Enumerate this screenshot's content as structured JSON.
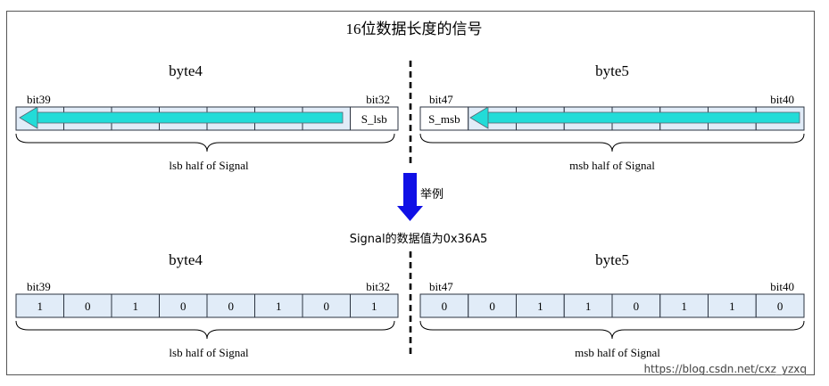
{
  "title": "16位数据长度的信号",
  "top": {
    "left": {
      "byte_label": "byte4",
      "bit_left": "bit39",
      "bit_right": "bit32",
      "cells": [
        "",
        "",
        "",
        "",
        "",
        "",
        "",
        "S_lsb"
      ],
      "brace_label": "lsb half of Signal"
    },
    "right": {
      "byte_label": "byte5",
      "bit_left": "bit47",
      "bit_right": "bit40",
      "cells": [
        "S_msb",
        "",
        "",
        "",
        "",
        "",
        "",
        ""
      ],
      "brace_label": "msb half of Signal"
    }
  },
  "example_label": "举例",
  "value_caption": "Signal的数据值为0x36A5",
  "bottom": {
    "left": {
      "byte_label": "byte4",
      "bit_left": "bit39",
      "bit_right": "bit32",
      "cells": [
        "1",
        "0",
        "1",
        "0",
        "0",
        "1",
        "0",
        "1"
      ],
      "brace_label": "lsb half of Signal"
    },
    "right": {
      "byte_label": "byte5",
      "bit_left": "bit47",
      "bit_right": "bit40",
      "cells": [
        "0",
        "0",
        "1",
        "1",
        "0",
        "1",
        "1",
        "0"
      ],
      "brace_label": "msb half of Signal"
    }
  },
  "watermark": "https://blog.csdn.net/cxz_yzxq",
  "colors": {
    "cell_fill": "#e1ecf8",
    "cell_stroke": "#2b3340",
    "signal_arrow": "#22dcd8",
    "example_arrow": "#1010e6"
  }
}
